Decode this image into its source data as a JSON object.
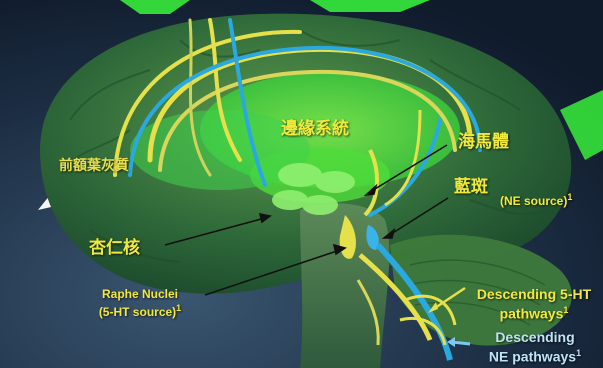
{
  "labels": {
    "limbic": "邊緣系統",
    "hippocampus": "海馬體",
    "prefrontal": "前額葉灰質",
    "locus": "藍斑",
    "locus_sub": "(NE source)",
    "locus_sup": "1",
    "amygdala": "杏仁核",
    "raphe_l1": "Raphe Nuclei",
    "raphe_l2": "(5-HT source)",
    "raphe_sup": "1",
    "desc5ht_l1": "Descending 5-HT",
    "desc5ht_l2": "pathways",
    "desc5ht_sup": "1",
    "descne_l1": "Descending",
    "descne_l2": "NE pathways",
    "descne_sup": "1"
  },
  "colors": {
    "label_yellow": "#f2ea3a",
    "label_blue": "#bfe3f5",
    "serotonin_pathway": "#e6e04a",
    "ne_pathway": "#2aa9e0",
    "limbic_green": "#3fd24a",
    "background_dark": "#1d2f45"
  }
}
